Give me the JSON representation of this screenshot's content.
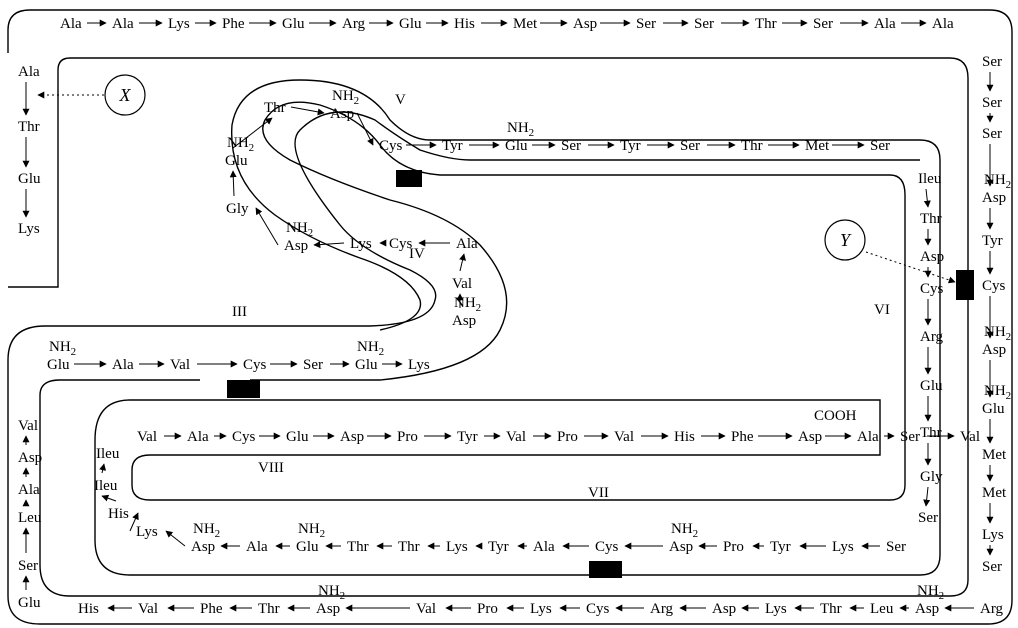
{
  "residues": [
    "Ala",
    "Ala",
    "Lys",
    "Phe",
    "Glu",
    "Arg",
    "Glu",
    "His",
    "Met",
    "Asp",
    "Ser",
    "Ser",
    "Thr",
    "Ser",
    "Ala",
    "Ala",
    "Ser",
    "Ser",
    "Ser",
    "Asp",
    "Tyr",
    "Cys",
    "Asp",
    "Glu",
    "Met",
    "Met",
    "Lys",
    "Ser",
    "Arg",
    "Asp",
    "Leu",
    "Thr",
    "Lys",
    "Asp",
    "Arg",
    "Cys",
    "Lys",
    "Pro",
    "Val",
    "Asp",
    "Thr",
    "Phe",
    "Val",
    "His",
    "Glu",
    "Ser",
    "Leu",
    "Ala",
    "Asp",
    "Val",
    "Glu",
    "Ala",
    "Val",
    "Cys",
    "Ser",
    "Glu",
    "Lys",
    "Asp",
    "Val",
    "Ala",
    "Cys",
    "Lys",
    "Asp",
    "Gly",
    "Glu",
    "Thr",
    "Asp",
    "Cys",
    "Tyr",
    "Glu",
    "Ser",
    "Tyr",
    "Ser",
    "Thr",
    "Met",
    "Ser",
    "Ileu",
    "Thr",
    "Asp",
    "Cys",
    "Arg",
    "Glu",
    "Thr",
    "Gly",
    "Ser",
    "Ser",
    "Lys",
    "Tyr",
    "Pro",
    "Asp",
    "Cys",
    "Ala",
    "Tyr",
    "Lys",
    "Thr",
    "Thr",
    "Glu",
    "Ala",
    "Asp",
    "Lys",
    "His",
    "Ileu",
    "Ileu",
    "Val",
    "Ala",
    "Cys",
    "Glu",
    "Asp",
    "Pro",
    "Tyr",
    "Val",
    "Pro",
    "Val",
    "His",
    "Phe",
    "Asp",
    "Ala",
    "Ser",
    "Val",
    "Ala",
    "Thr",
    "Glu",
    "Lys"
  ],
  "nh2_label": "NH",
  "nh2_sub": "2",
  "cooh_label": "COOH",
  "regions": [
    "III",
    "IV",
    "V",
    "VI",
    "VII",
    "VIII"
  ],
  "markers": [
    "X",
    "Y"
  ]
}
